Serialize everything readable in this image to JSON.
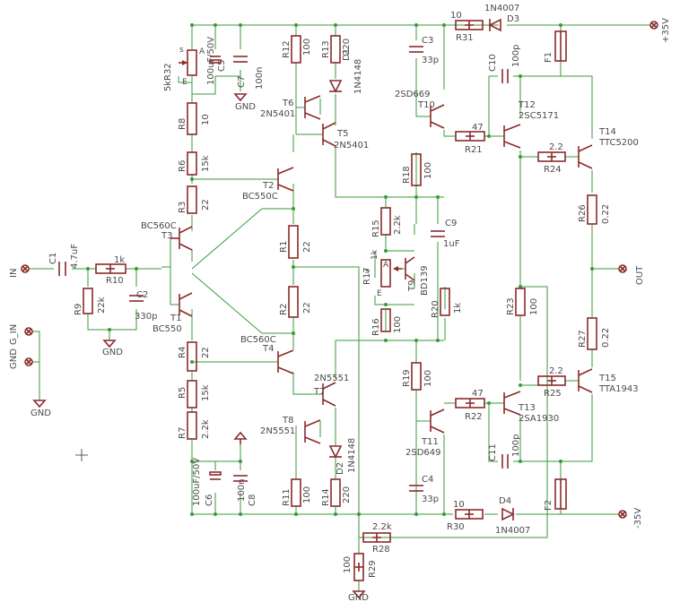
{
  "resistors": [
    {
      "ref": "R12",
      "value": "100"
    },
    {
      "ref": "R13",
      "value": "220"
    },
    {
      "ref": "R8",
      "value": "10"
    },
    {
      "ref": "R6",
      "value": "15k"
    },
    {
      "ref": "R3",
      "value": "22"
    },
    {
      "ref": "R1",
      "value": "22"
    },
    {
      "ref": "R2",
      "value": "22"
    },
    {
      "ref": "R4",
      "value": "22"
    },
    {
      "ref": "R5",
      "value": "15k"
    },
    {
      "ref": "R7",
      "value": "2.2k"
    },
    {
      "ref": "R11",
      "value": "100"
    },
    {
      "ref": "R14",
      "value": "220"
    },
    {
      "ref": "R10",
      "value": "1k"
    },
    {
      "ref": "R9",
      "value": "22k"
    },
    {
      "ref": "R18",
      "value": "100"
    },
    {
      "ref": "R15",
      "value": "2.2k"
    },
    {
      "ref": "R16",
      "value": "100"
    },
    {
      "ref": "R19",
      "value": "100"
    },
    {
      "ref": "R20",
      "value": "1k"
    },
    {
      "ref": "R21",
      "value": "47"
    },
    {
      "ref": "R22",
      "value": "47"
    },
    {
      "ref": "R24",
      "value": "2.2"
    },
    {
      "ref": "R25",
      "value": "2.2"
    },
    {
      "ref": "R26",
      "value": "0.22"
    },
    {
      "ref": "R27",
      "value": "0.22"
    },
    {
      "ref": "R23",
      "value": "100"
    },
    {
      "ref": "R31",
      "value": "10"
    },
    {
      "ref": "R30",
      "value": "10"
    },
    {
      "ref": "R28",
      "value": "2.2k"
    },
    {
      "ref": "R29",
      "value": "100"
    },
    {
      "ref": "R32",
      "value": "5k"
    },
    {
      "ref": "R17",
      "value": "1k"
    }
  ],
  "capacitors": [
    {
      "ref": "C5",
      "value": "100uF/50V"
    },
    {
      "ref": "C7",
      "value": "100n"
    },
    {
      "ref": "C1",
      "value": "4.7uF"
    },
    {
      "ref": "C2",
      "value": "330p"
    },
    {
      "ref": "C3",
      "value": "33p"
    },
    {
      "ref": "C4",
      "value": "33p"
    },
    {
      "ref": "C9",
      "value": "1uF"
    },
    {
      "ref": "C10",
      "value": "100p"
    },
    {
      "ref": "C11",
      "value": "100p"
    },
    {
      "ref": "C6",
      "value": "100uF/50V"
    },
    {
      "ref": "C8",
      "value": "100n"
    }
  ],
  "transistors": [
    {
      "ref": "T6",
      "part": "2N5401"
    },
    {
      "ref": "T5",
      "part": "2N5401"
    },
    {
      "ref": "T2",
      "part": "BC550C"
    },
    {
      "ref": "T3",
      "part": "BC560C"
    },
    {
      "ref": "T1",
      "part": "BC550"
    },
    {
      "ref": "T4",
      "part": "BC560C"
    },
    {
      "ref": "T7",
      "part": "2N5551"
    },
    {
      "ref": "T8",
      "part": "2N5551"
    },
    {
      "ref": "T9",
      "part": "BD139"
    },
    {
      "ref": "T10",
      "part": "2SD669"
    },
    {
      "ref": "T11",
      "part": "2SD649"
    },
    {
      "ref": "T12",
      "part": "2SC5171"
    },
    {
      "ref": "T13",
      "part": "2SA1930"
    },
    {
      "ref": "T14",
      "part": "TTC5200"
    },
    {
      "ref": "T15",
      "part": "TTA1943"
    }
  ],
  "diodes": [
    {
      "ref": "D1",
      "part": "1N4148"
    },
    {
      "ref": "D2",
      "part": "1N4148"
    },
    {
      "ref": "D3",
      "part": "1N4007"
    },
    {
      "ref": "D4",
      "part": "1N4007"
    }
  ],
  "fuses": [
    {
      "ref": "F1"
    },
    {
      "ref": "F2"
    }
  ],
  "connectors": {
    "in": "IN",
    "gnd": "GND",
    "g_in": "G_IN",
    "out": "OUT",
    "vpos": "+35V",
    "vneg": "-35V"
  },
  "gnd_label": "GND",
  "pot_pins": {
    "s": "s",
    "a": "A",
    "e": "E"
  }
}
